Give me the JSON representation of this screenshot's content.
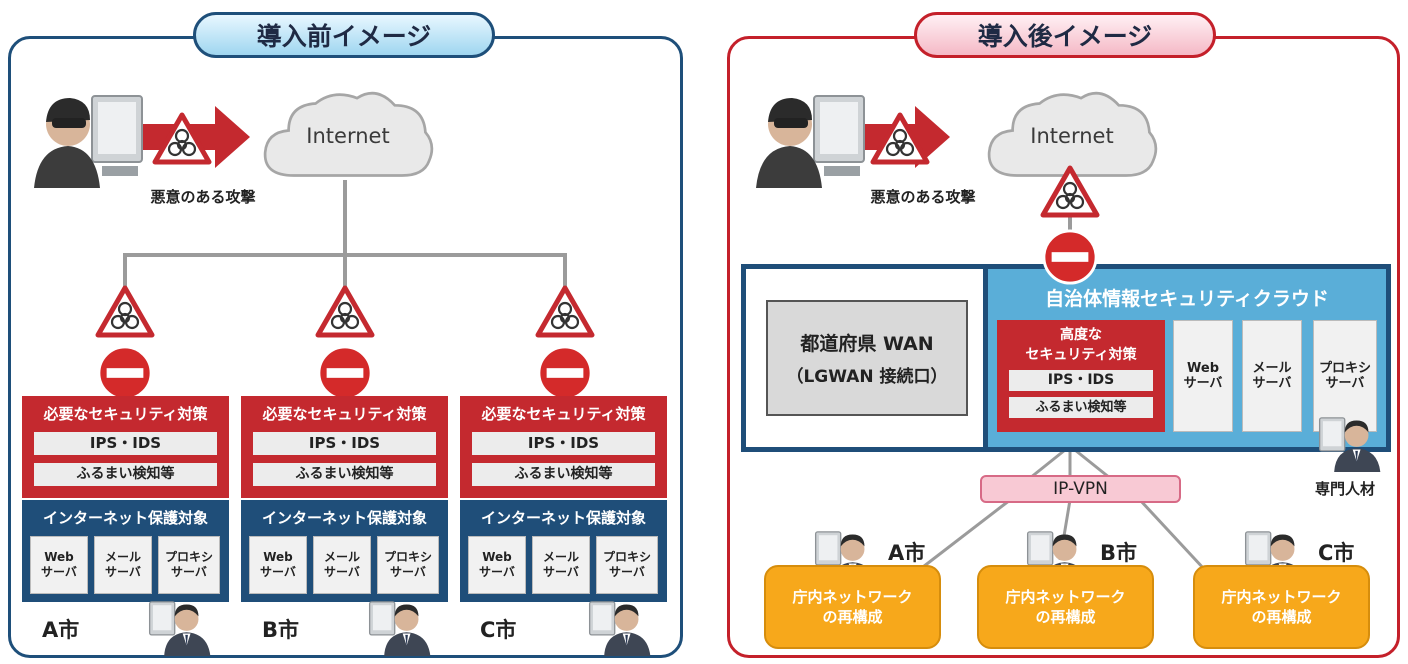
{
  "before": {
    "title": "導入前イメージ",
    "internet": "Internet",
    "attack_label": "悪意のある攻撃",
    "sites": [
      {
        "security_title": "必要なセキュリティ対策",
        "ips": "IPS・IDS",
        "behavior": "ふるまい検知等",
        "protect_title": "インターネット保護対象",
        "web": "Web\nサーバ",
        "mail": "メール\nサーバ",
        "proxy": "プロキシ\nサーバ",
        "city": "A市"
      },
      {
        "security_title": "必要なセキュリティ対策",
        "ips": "IPS・IDS",
        "behavior": "ふるまい検知等",
        "protect_title": "インターネット保護対象",
        "web": "Web\nサーバ",
        "mail": "メール\nサーバ",
        "proxy": "プロキシ\nサーバ",
        "city": "B市"
      },
      {
        "security_title": "必要なセキュリティ対策",
        "ips": "IPS・IDS",
        "behavior": "ふるまい検知等",
        "protect_title": "インターネット保護対象",
        "web": "Web\nサーバ",
        "mail": "メール\nサーバ",
        "proxy": "プロキシ\nサーバ",
        "city": "C市"
      }
    ]
  },
  "after": {
    "title": "導入後イメージ",
    "internet": "Internet",
    "attack_label": "悪意のある攻撃",
    "wan_line1": "都道府県 WAN",
    "wan_line2": "（LGWAN 接続口）",
    "cloud_title": "自治体情報セキュリティクラウド",
    "advanced_line1": "高度な",
    "advanced_line2": "セキュリティ対策",
    "ips": "IPS・IDS",
    "behavior": "ふるまい検知等",
    "web": "Web\nサーバ",
    "mail": "メール\nサーバ",
    "proxy": "プロキシ\nサーバ",
    "specialist": "専門人材",
    "vpn": "IP-VPN",
    "cities": [
      {
        "name": "A市",
        "network": "庁内ネットワーク\nの再構成"
      },
      {
        "name": "B市",
        "network": "庁内ネットワーク\nの再構成"
      },
      {
        "name": "C市",
        "network": "庁内ネットワーク\nの再構成"
      }
    ]
  },
  "colors": {
    "navy": "#1f4e79",
    "red": "#c4292f",
    "sky": "#5aaed8",
    "orange": "#f7a81b",
    "pink": "#f8c9d4"
  }
}
